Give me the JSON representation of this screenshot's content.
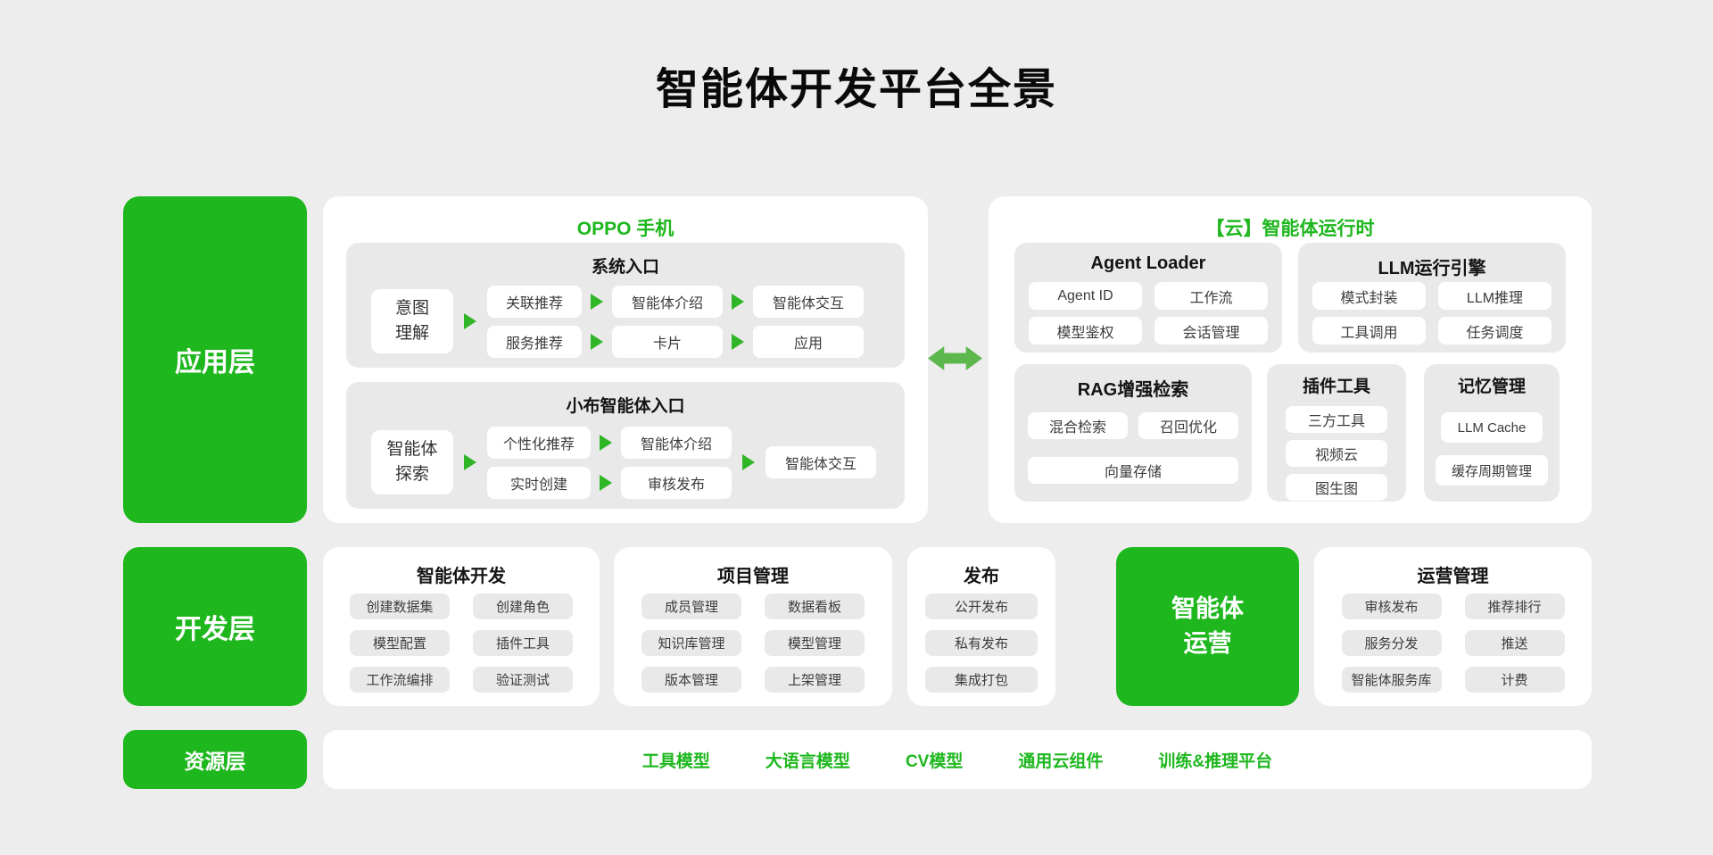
{
  "title": "智能体开发平台全景",
  "colors": {
    "brand_green": "#1eb71e",
    "arrow_green": "#5cb84c",
    "triangle_green": "#2fb626",
    "background": "#ededed",
    "panel_gray": "#e9e9e9"
  },
  "layers": {
    "app": "应用层",
    "dev": "开发层",
    "res": "资源层"
  },
  "oppo": {
    "title": "OPPO 手机",
    "system": {
      "title": "系统入口",
      "source_line1": "意图",
      "source_line2": "理解",
      "r1c1": "关联推荐",
      "r1c2": "智能体介绍",
      "r1c3": "智能体交互",
      "r2c1": "服务推荐",
      "r2c2": "卡片",
      "r2c3": "应用"
    },
    "xiaobu": {
      "title": "小布智能体入口",
      "source_line1": "智能体",
      "source_line2": "探索",
      "r1c1": "个性化推荐",
      "r1c2": "智能体介绍",
      "r2c1": "实时创建",
      "r2c2": "审核发布",
      "sink": "智能体交互"
    }
  },
  "cloud": {
    "title": "【云】智能体运行时",
    "agent_loader": {
      "title": "Agent Loader",
      "c1": "Agent ID",
      "c2": "工作流",
      "c3": "模型鉴权",
      "c4": "会话管理"
    },
    "llm_engine": {
      "title": "LLM运行引擎",
      "c1": "模式封装",
      "c2": "LLM推理",
      "c3": "工具调用",
      "c4": "任务调度"
    },
    "rag": {
      "title": "RAG增强检索",
      "c1": "混合检索",
      "c2": "召回优化",
      "wide": "向量存储"
    },
    "plugin": {
      "title": "插件工具",
      "c1": "三方工具",
      "c2": "视频云",
      "c3": "图生图"
    },
    "memory": {
      "title": "记忆管理",
      "c1": "LLM Cache",
      "c2": "缓存周期管理"
    }
  },
  "dev_row": {
    "agent_dev": {
      "title": "智能体开发",
      "c1": "创建数据集",
      "c2": "创建角色",
      "c3": "模型配置",
      "c4": "插件工具",
      "c5": "工作流编排",
      "c6": "验证测试"
    },
    "project": {
      "title": "项目管理",
      "c1": "成员管理",
      "c2": "数据看板",
      "c3": "知识库管理",
      "c4": "模型管理",
      "c5": "版本管理",
      "c6": "上架管理"
    },
    "publish": {
      "title": "发布",
      "c1": "公开发布",
      "c2": "私有发布",
      "c3": "集成打包"
    },
    "ops_block_line1": "智能体",
    "ops_block_line2": "运营",
    "ops": {
      "title": "运营管理",
      "c1": "审核发布",
      "c2": "推荐排行",
      "c3": "服务分发",
      "c4": "推送",
      "c5": "智能体服务库",
      "c6": "计费"
    }
  },
  "resources": {
    "l1": "工具模型",
    "l2": "大语言模型",
    "l3": "CV模型",
    "l4": "通用云组件",
    "l5": "训练&推理平台"
  }
}
